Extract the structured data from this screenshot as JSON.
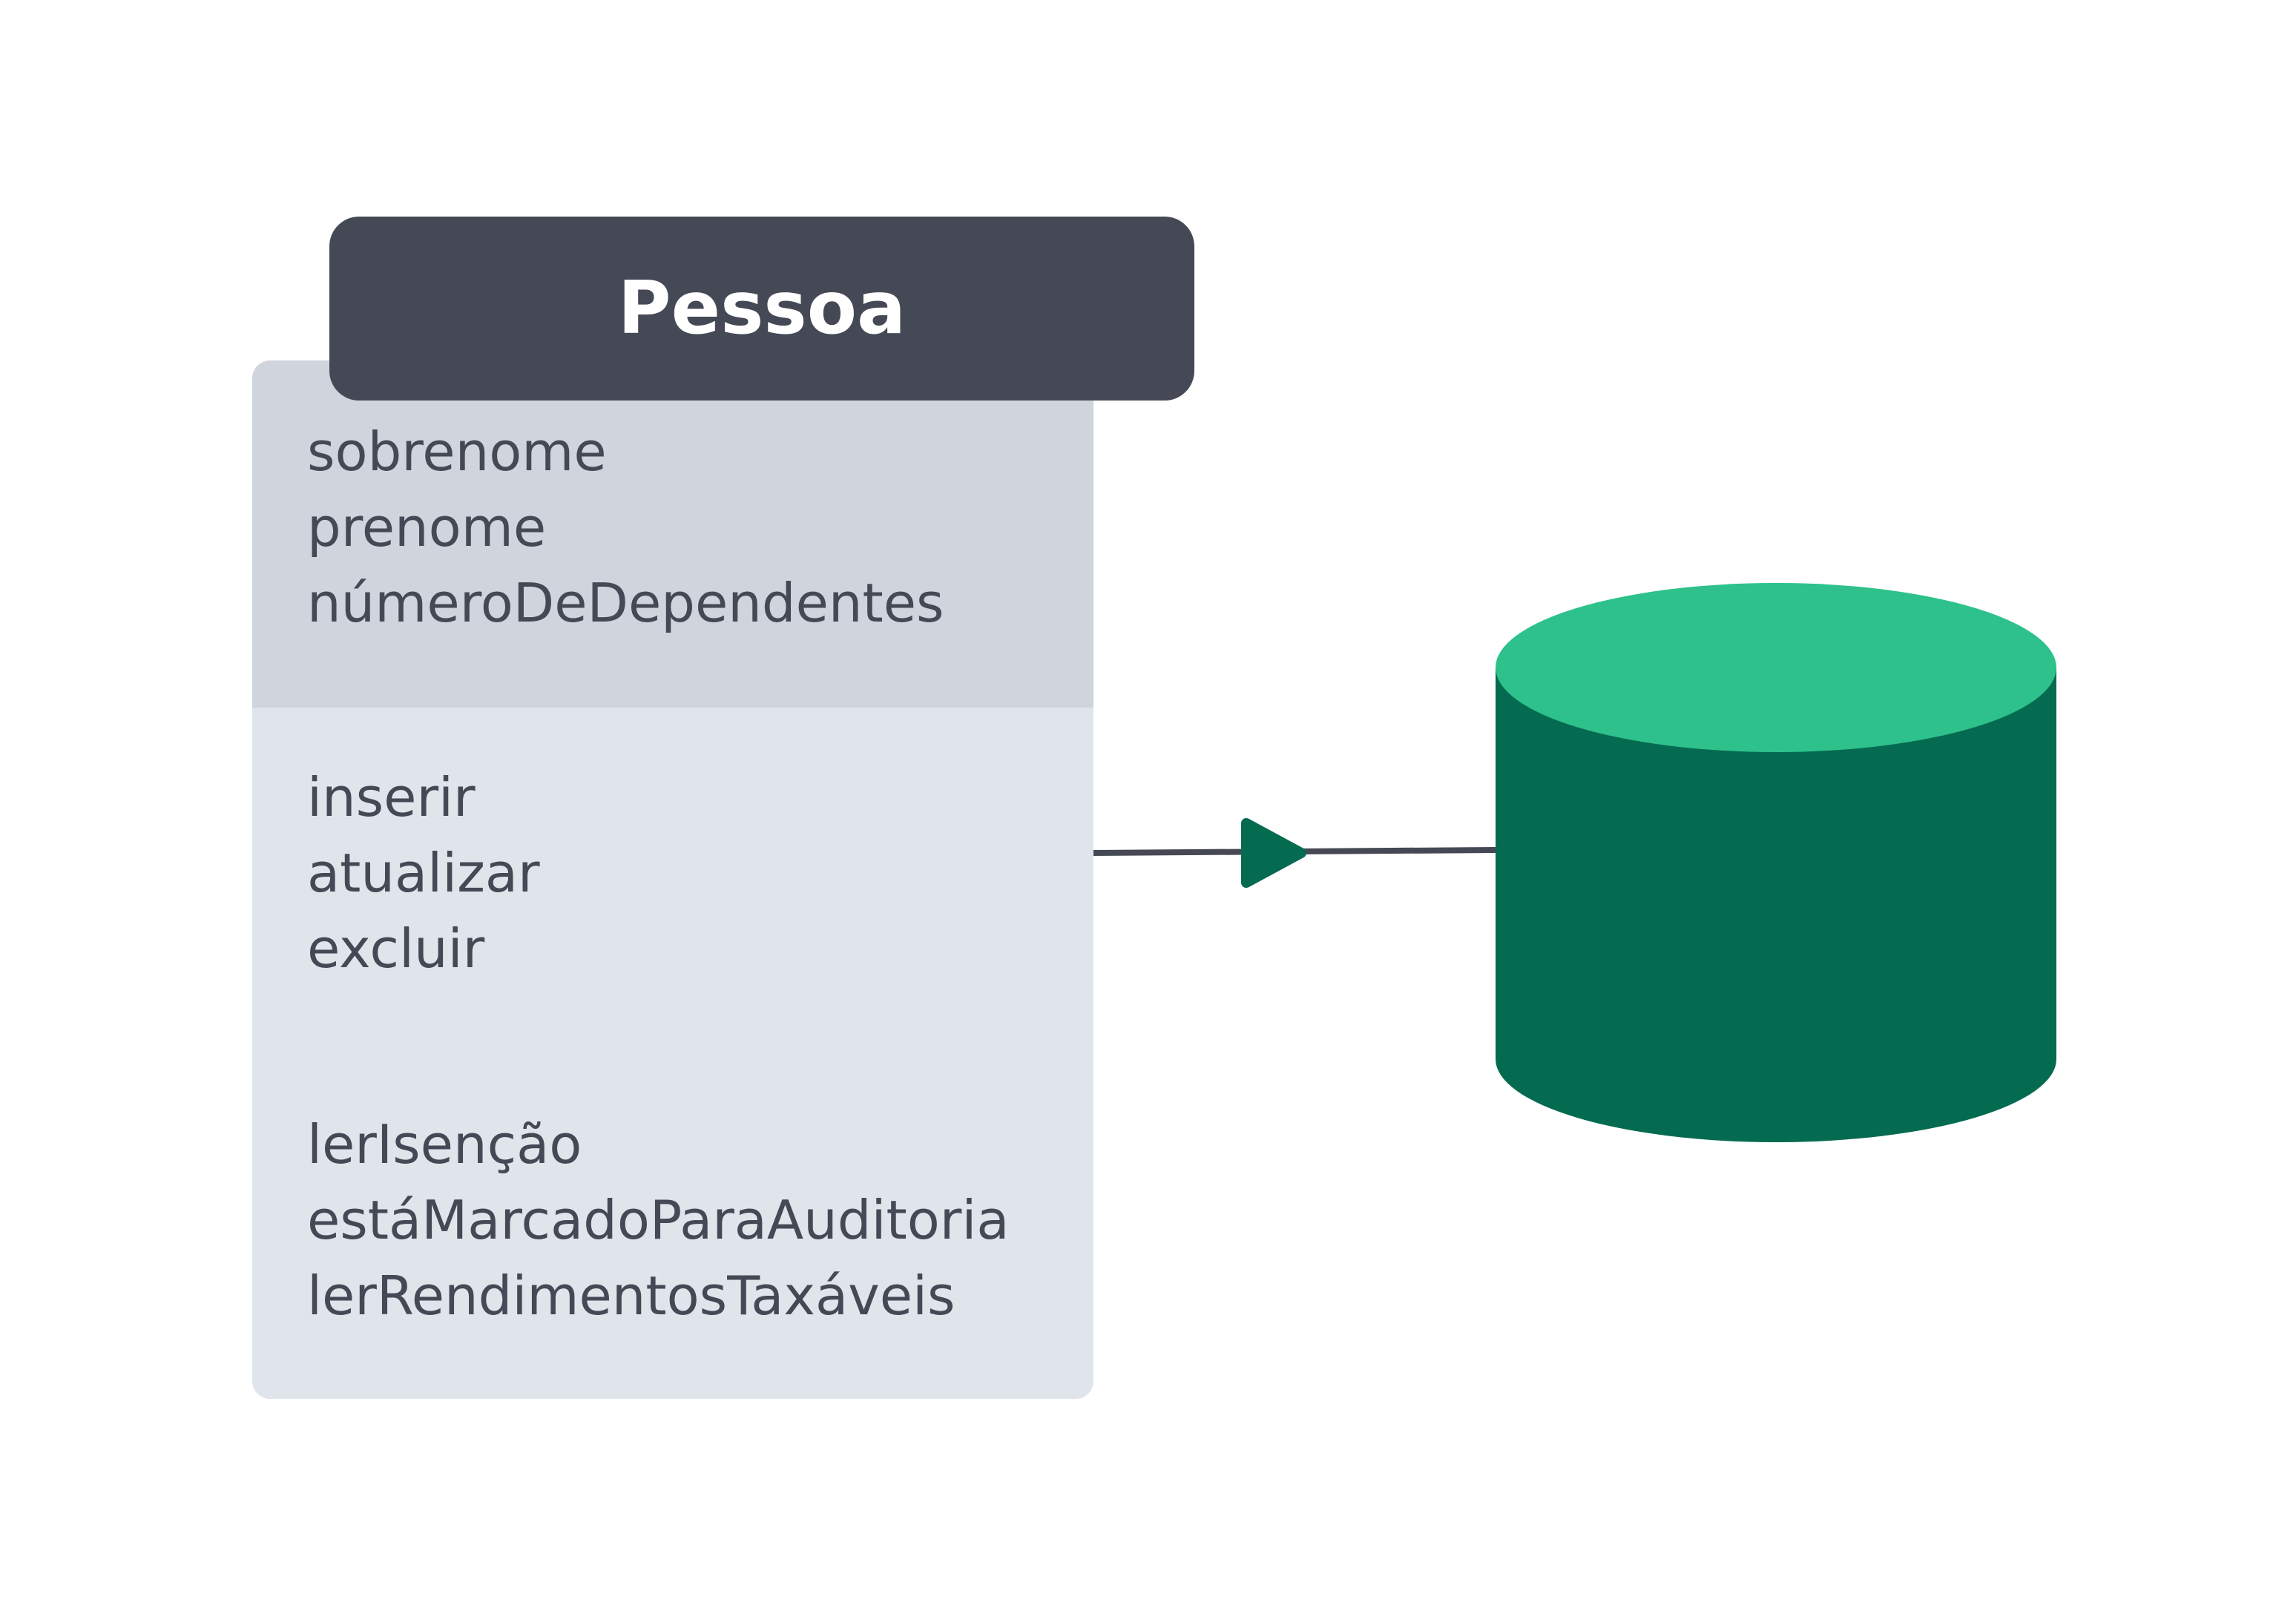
{
  "class": {
    "name": "Pessoa",
    "attributes": [
      "sobrenome",
      "prenome",
      "númeroDeDependentes"
    ],
    "methods": [
      "inserir",
      "atualizar",
      "excluir"
    ],
    "operations": [
      "lerIsenção",
      "estáMarcadoParaAuditoria",
      "lerRendimentosTaxáveis"
    ]
  },
  "colors": {
    "header_bg": "#454955",
    "header_text": "#ffffff",
    "attributes_bg": "#d0d4dc",
    "methods_bg": "#e0e4eb",
    "text": "#454955",
    "connector": "#454955",
    "arrowhead": "#056b50",
    "database_body": "#056b50",
    "database_top": "#2ec18b"
  },
  "connector": {
    "from": "class",
    "to": "database",
    "arrow_icon": "triangle-arrow-icon"
  },
  "database": {
    "icon": "database-cylinder-icon"
  }
}
